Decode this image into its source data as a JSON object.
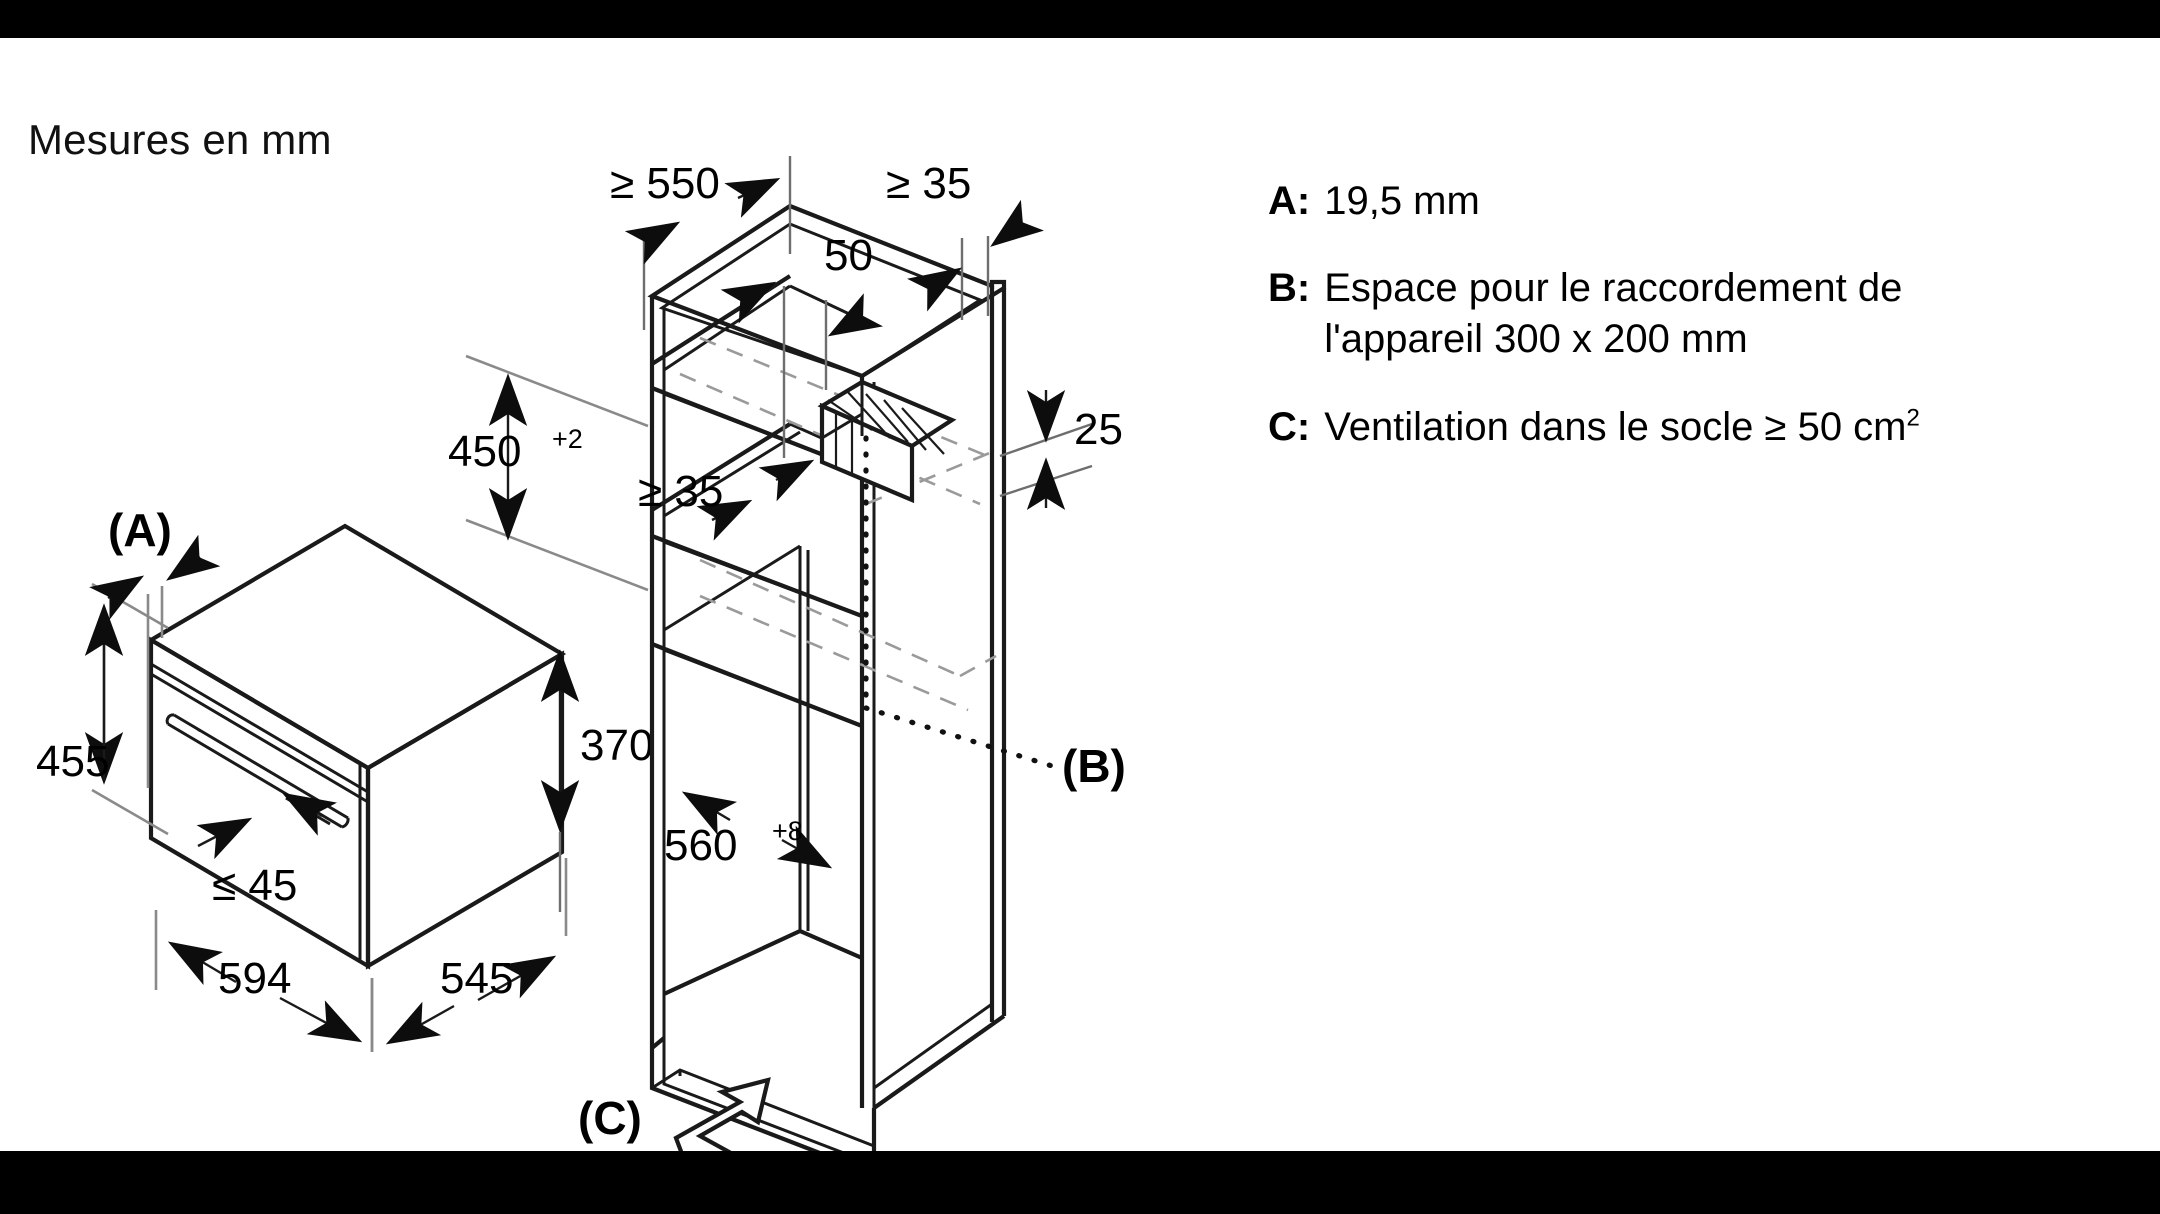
{
  "page": {
    "title": "Mesures en mm",
    "background": "#ffffff",
    "line_color": "#1a1a1a",
    "letterbox_color": "#000000"
  },
  "legend": {
    "items": [
      {
        "key": "A:",
        "text": "19,5 mm",
        "sup": ""
      },
      {
        "key": "B:",
        "text": "Espace pour le raccordement de l'appareil 300 x 200 mm",
        "sup": ""
      },
      {
        "key": "C:",
        "text": "Ventilation dans le socle ≥ 50 cm",
        "sup": "2"
      }
    ]
  },
  "appliance": {
    "callout": "(A)",
    "dimensions": {
      "height": "455",
      "depth_side": "370",
      "width": "594",
      "depth": "545",
      "handle_clearance": "≤ 45"
    }
  },
  "cabinet": {
    "dimensions": {
      "top_depth": "≥ 550",
      "top_right_gap": "≥ 35",
      "recess_top": "50",
      "back_gap": "25",
      "niche_height": "450",
      "niche_height_sup": "+2",
      "shelf_gap": "≥ 35",
      "niche_width": "560",
      "niche_width_sup": "+8"
    },
    "callouts": {
      "connection_box": "(B)",
      "plinth_vent": "(C)"
    }
  },
  "chart_data": {
    "type": "table",
    "title": "Mesures en mm",
    "categories": [
      "455",
      "370",
      "594",
      "545",
      "≤ 45",
      "≥ 550",
      "≥ 35",
      "50",
      "25",
      "450+2",
      "≥ 35",
      "560+8"
    ],
    "values": [
      455,
      370,
      594,
      545,
      45,
      550,
      35,
      50,
      25,
      450,
      35,
      560
    ]
  }
}
